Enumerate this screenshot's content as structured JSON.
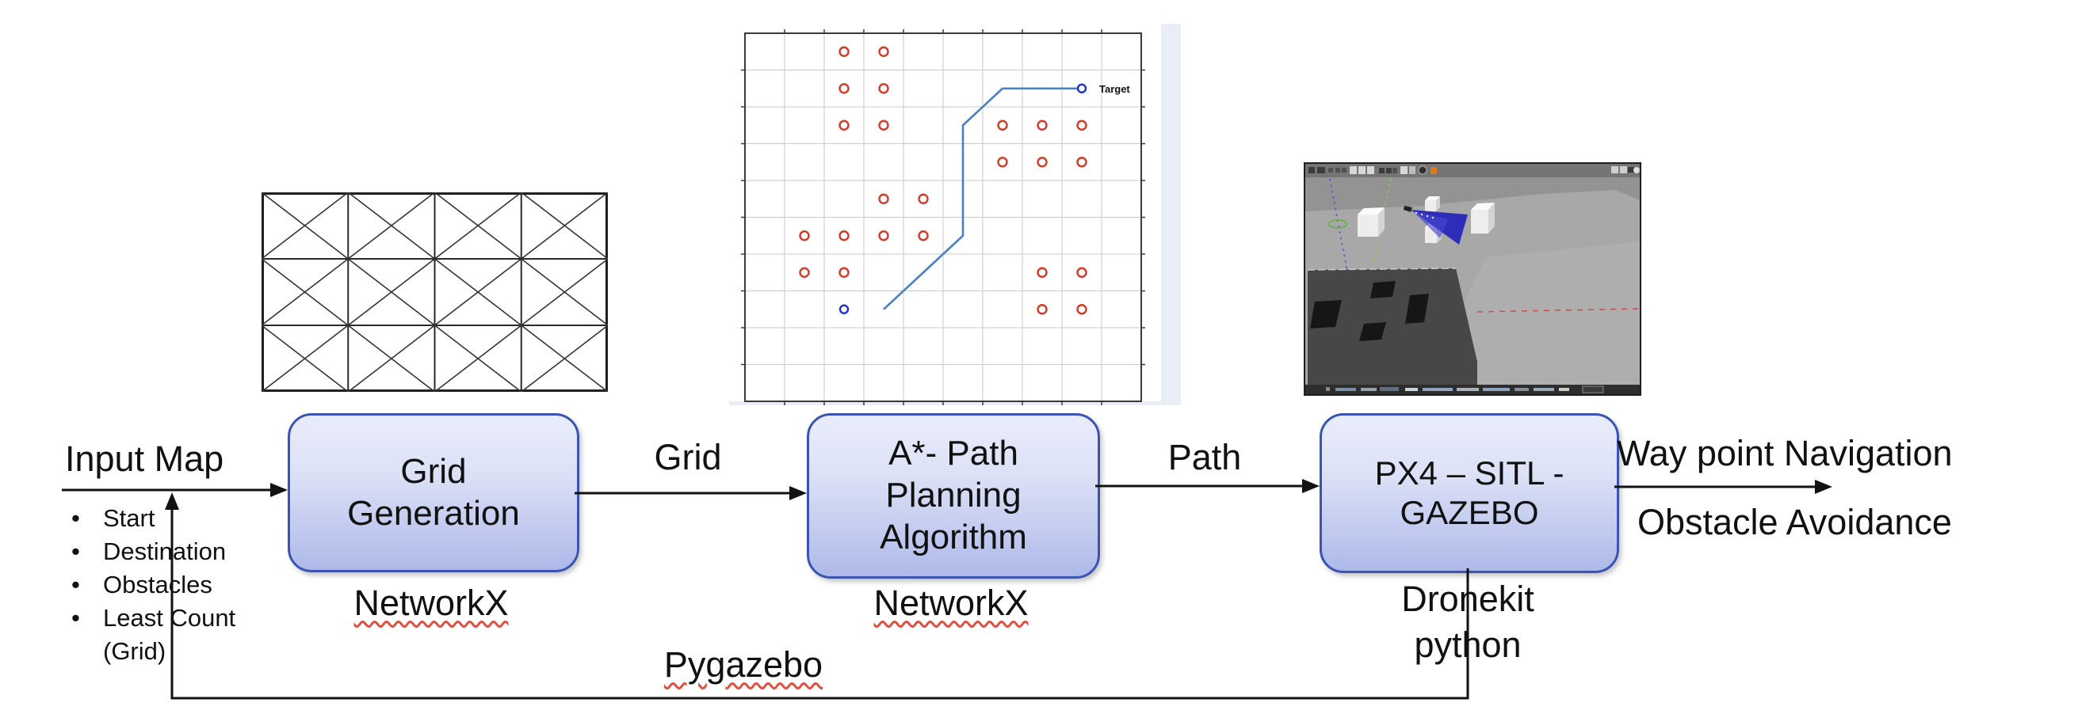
{
  "colors": {
    "box_fill_top": "#e9ecfa",
    "box_fill_bottom": "#aeb9e9",
    "box_border": "#3b54b4",
    "squiggle": "#e05040",
    "obstacle_red": "#d23b2a",
    "path_blue": "#4a80c4",
    "marker_blue": "#2233cc",
    "grid_line": "#c9c9c9",
    "plot_border": "#3a3a3a"
  },
  "input_map": {
    "title": "Input Map",
    "bullets": [
      "Start",
      "Destination",
      "Obstacles",
      "Least Count (Grid)"
    ]
  },
  "boxes": {
    "grid_generation": {
      "label": "Grid\nGeneration",
      "tool": "NetworkX"
    },
    "astar": {
      "label": "A*- Path\nPlanning\nAlgorithm",
      "tool": "NetworkX"
    },
    "px4": {
      "label": "PX4 – SITL -\nGAZEBO",
      "tool": "Dronekit\npython"
    }
  },
  "arrow_labels": {
    "grid": "Grid",
    "path": "Path"
  },
  "outputs": {
    "line1": "Way point Navigation",
    "line2": "Obstacle Avoidance"
  },
  "feedback_label": "Pygazebo",
  "grid_figure": {
    "cols": 4,
    "rows": 3
  },
  "plot_figure": {
    "grid_cols": 10,
    "grid_rows": 10,
    "target_label": "Target",
    "start_cell": [
      2,
      7
    ],
    "target_cell": [
      8,
      1
    ],
    "obstacle_cells": [
      [
        2,
        0
      ],
      [
        3,
        0
      ],
      [
        2,
        1
      ],
      [
        3,
        1
      ],
      [
        2,
        2
      ],
      [
        3,
        2
      ],
      [
        6,
        2
      ],
      [
        7,
        2
      ],
      [
        8,
        2
      ],
      [
        6,
        3
      ],
      [
        7,
        3
      ],
      [
        8,
        3
      ],
      [
        3,
        4
      ],
      [
        4,
        4
      ],
      [
        1,
        5
      ],
      [
        2,
        5
      ],
      [
        3,
        5
      ],
      [
        4,
        5
      ],
      [
        1,
        6
      ],
      [
        2,
        6
      ],
      [
        7,
        6
      ],
      [
        8,
        6
      ],
      [
        7,
        7
      ],
      [
        8,
        7
      ]
    ],
    "path_cells": [
      [
        3,
        7
      ],
      [
        5,
        5
      ],
      [
        5,
        2
      ],
      [
        6,
        1
      ],
      [
        8,
        1
      ]
    ]
  }
}
